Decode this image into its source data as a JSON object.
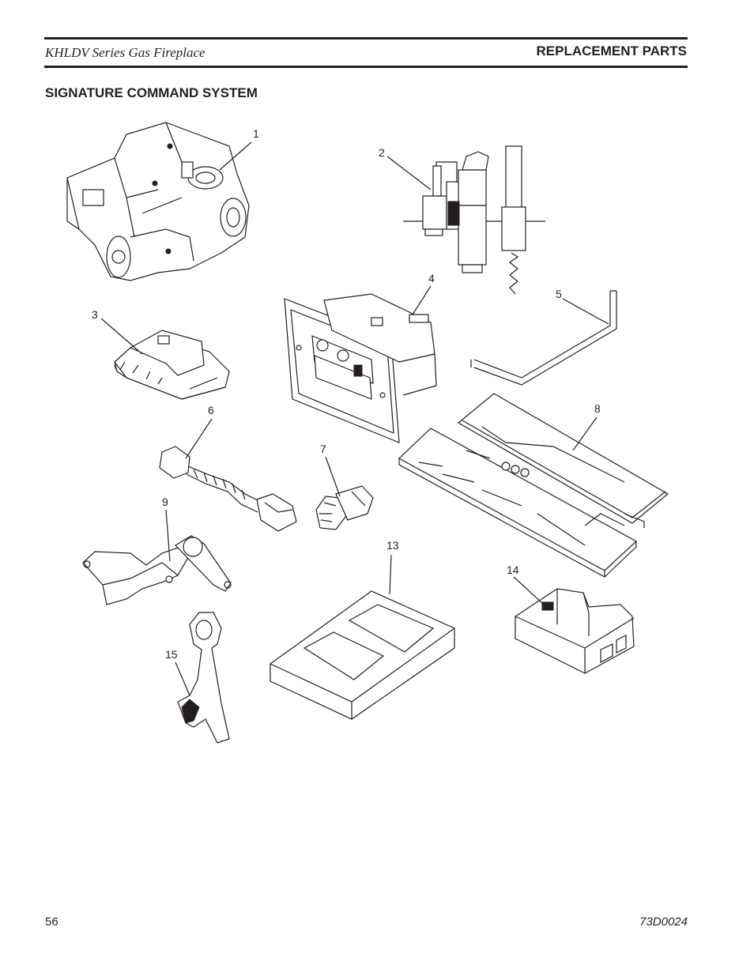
{
  "header": {
    "left_title": "KHLDV Series Gas Fireplace",
    "right_title": "REPLACEMENT PARTS"
  },
  "section_title": "SIGNATURE COMMAND SYSTEM",
  "callouts": [
    "1",
    "2",
    "3",
    "4",
    "5",
    "6",
    "7",
    "8",
    "9",
    "13",
    "14",
    "15"
  ],
  "footer": {
    "page_number": "56",
    "doc_code": "73D0024"
  }
}
